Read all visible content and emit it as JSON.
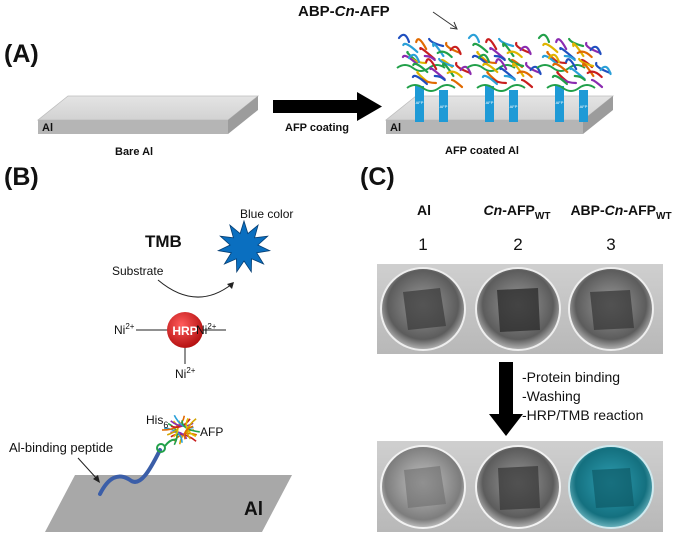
{
  "panels": {
    "a": "(A)",
    "b": "(B)",
    "c": "(C)"
  },
  "panel_a": {
    "construct_label": {
      "prefix": "ABP-",
      "italic": "Cn",
      "suffix": "-AFP"
    },
    "plate_label": "Al",
    "bare_caption": "Bare Al",
    "arrow_label": "AFP coating",
    "coated_caption": "AFP coated Al",
    "pillar_tag": "AFP"
  },
  "panel_b": {
    "tmb": "TMB",
    "substrate": "Substrate",
    "blue_color": "Blue color",
    "hrp": "HRP",
    "ni_left": {
      "base": "Ni",
      "sup": "2+"
    },
    "ni_right": {
      "base": "Ni",
      "sup": "2+"
    },
    "ni_bottom": {
      "base": "Ni",
      "sup": "2+"
    },
    "his": {
      "base": "His",
      "sub": "6"
    },
    "afp": "AFP",
    "peptide": "Al-binding peptide",
    "surface": "Al"
  },
  "panel_c": {
    "col1": {
      "label": "Al",
      "number": "1"
    },
    "col2": {
      "label_italic": "Cn",
      "label_rest": "-AFP",
      "sub": "WT",
      "number": "2"
    },
    "col3": {
      "label_prefix": "ABP-",
      "label_italic": "Cn",
      "label_rest": "-AFP",
      "sub": "WT",
      "number": "3"
    },
    "steps": [
      "-Protein binding",
      "-Washing",
      "-HRP/TMB reaction"
    ]
  },
  "colors": {
    "blue_star": "#0a6fc0",
    "hrp_red": "#cc1a1a",
    "pillar_blue": "#1e9ad6",
    "peptide_blue": "#3b5ea8",
    "teal_well": "#1f8fa3"
  }
}
